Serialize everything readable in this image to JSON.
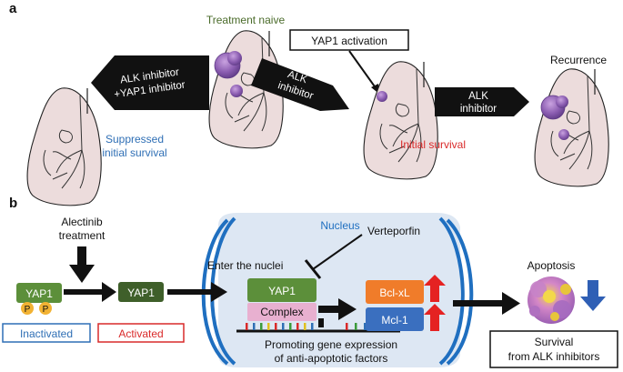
{
  "panel_a": {
    "letter": "a",
    "labels": {
      "treatment_naive": "Treatment naive",
      "yap1_activation": "YAP1 activation",
      "recurrence": "Recurrence",
      "suppressed_line1": "Suppressed",
      "suppressed_line2": "initial survival",
      "initial_survival": "Initial survival"
    },
    "arrows": {
      "combo_line1": "ALK inhibitor",
      "combo_line2": "+YAP1 inhibitor",
      "alk1_line1": "ALK",
      "alk1_line2": "inhibitor",
      "alk2_line1": "ALK",
      "alk2_line2": "inhibitor"
    }
  },
  "panel_b": {
    "letter": "b",
    "alectinib_line1": "Alectinib",
    "alectinib_line2": "treatment",
    "yap1_inactive": "YAP1",
    "phospho": "P",
    "yap1_active": "YAP1",
    "inactivated": "Inactivated",
    "activated": "Activated",
    "enter_nuclei": "Enter the nuclei",
    "nucleus": "Nucleus",
    "verteporfin": "Verteporfin",
    "yap1_complex": "YAP1",
    "complex": "Complex",
    "bclxl": "Bcl-xL",
    "mcl1": "Mcl-1",
    "promoting_line1": "Promoting gene expression",
    "promoting_line2": "of anti-apoptotic factors",
    "apoptosis": "Apoptosis",
    "survival_line1": "Survival",
    "survival_line2": "from ALK inhibitors"
  },
  "colors": {
    "treatment_naive": "#4a6b2a",
    "suppressed": "#2f6fb5",
    "initial_survival": "#d92a2a",
    "nucleus_fill": "#dde7f3",
    "membrane": "#1f6fc0",
    "yap_green": "#5c8f3a",
    "yap_dark": "#3f5f2a",
    "phospho": "#f2b233",
    "complex_pink": "#e8b0d0",
    "bclxl": "#f07c2a",
    "mcl1": "#3a6fbf",
    "up_arrow": "#e52222"
  },
  "icons": [
    "lung-icon",
    "tumor-icon",
    "apoptosis-cell-icon",
    "down-arrow-icon",
    "up-arrow-icon",
    "dna-strand-icon"
  ]
}
